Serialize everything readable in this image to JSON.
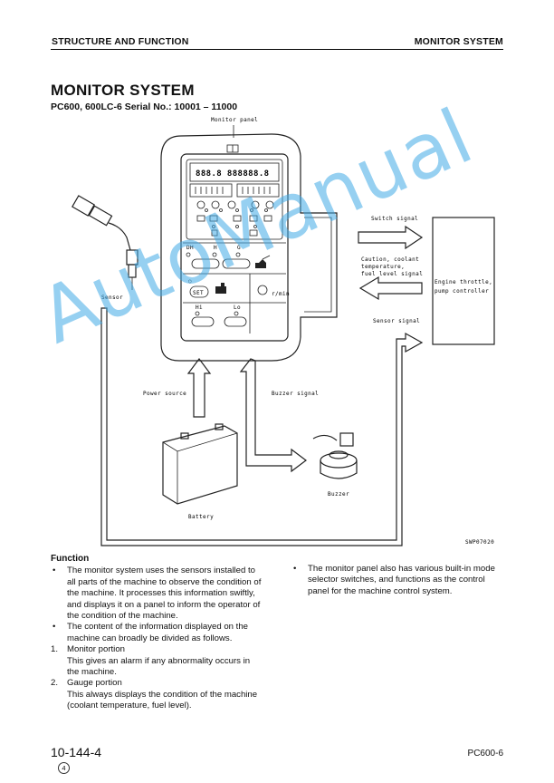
{
  "header": {
    "left": "STRUCTURE AND FUNCTION",
    "right": "MONITOR SYSTEM"
  },
  "title": "MONITOR SYSTEM",
  "subtitle": "PC600, 600LC-6 Serial No.: 10001 – 11000",
  "diagram": {
    "monitor_panel": "Monitor panel",
    "sensor": "Sensor",
    "switch_signal": "Switch signal",
    "caution_signal": [
      "Caution, coolant",
      "temperature,",
      "fuel level signal"
    ],
    "controller": [
      "Engine throttle,",
      "pump controller"
    ],
    "sensor_signal": "Sensor signal",
    "power_source": "Power source",
    "buzzer_signal": "Buzzer signal",
    "buzzer": "Buzzer",
    "battery": "Battery",
    "figure_code": "SWP07020",
    "panel_readout": "888.8 888888.8",
    "btn_dh": "DH",
    "btn_h": "H",
    "btn_g": "G",
    "btn_set": "SET",
    "btn_hi": "Hi",
    "btn_lo": "Lo",
    "rpm": "r/min"
  },
  "function": {
    "heading": "Function",
    "items": [
      {
        "marker": "•",
        "text": "The monitor system uses the sensors installed to all parts of the machine to observe the condition of the machine. It processes this information swiftly, and displays it on a panel to inform the operator of the condition of the machine."
      },
      {
        "marker": "•",
        "text": "The content of the information displayed on the machine can broadly be divided as follows."
      },
      {
        "marker": "1.",
        "text": "Monitor portion",
        "sub": "This gives an alarm if any abnormality occurs in the machine."
      },
      {
        "marker": "2.",
        "text": "Gauge portion",
        "sub": "This always displays the condition of the machine (coolant temperature, fuel level)."
      }
    ],
    "right_items": [
      {
        "marker": "•",
        "text": "The monitor panel also has various built-in mode selector switches, and functions as the control panel for the machine control system."
      }
    ]
  },
  "footer": {
    "page": "10-144-4",
    "revision": "4",
    "model": "PC600-6"
  },
  "watermark": "AutoManual"
}
